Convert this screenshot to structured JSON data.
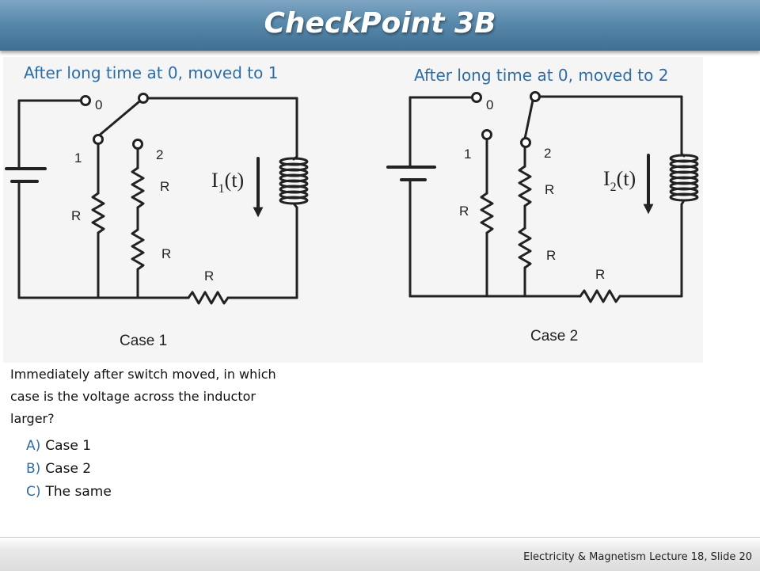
{
  "slide": {
    "title": "CheckPoint 3B",
    "footer": "Electricity & Magnetism  Lecture 18, Slide 20"
  },
  "diagram": {
    "case1": {
      "caption": "After long time at 0, moved to 1",
      "label": "Case 1",
      "current_symbol": "I",
      "current_subscript": "1",
      "current_arg": "(t)"
    },
    "case2": {
      "caption": "After long time at 0, moved to 2",
      "label": "Case 2",
      "current_symbol": "I",
      "current_subscript": "2",
      "current_arg": "(t)"
    },
    "terminal_labels": [
      "0",
      "1",
      "2"
    ],
    "resistor_label": "R"
  },
  "question": {
    "text": "Immediately after switch moved, in which case is the voltage across the inductor larger?",
    "options": [
      {
        "letter": "A)",
        "text": "Case 1"
      },
      {
        "letter": "B)",
        "text": "Case 2"
      },
      {
        "letter": "C)",
        "text": "The same"
      }
    ]
  },
  "colors": {
    "title_bar": "#4f81a6",
    "accent_text": "#2e6da4",
    "wire": "#222222"
  }
}
